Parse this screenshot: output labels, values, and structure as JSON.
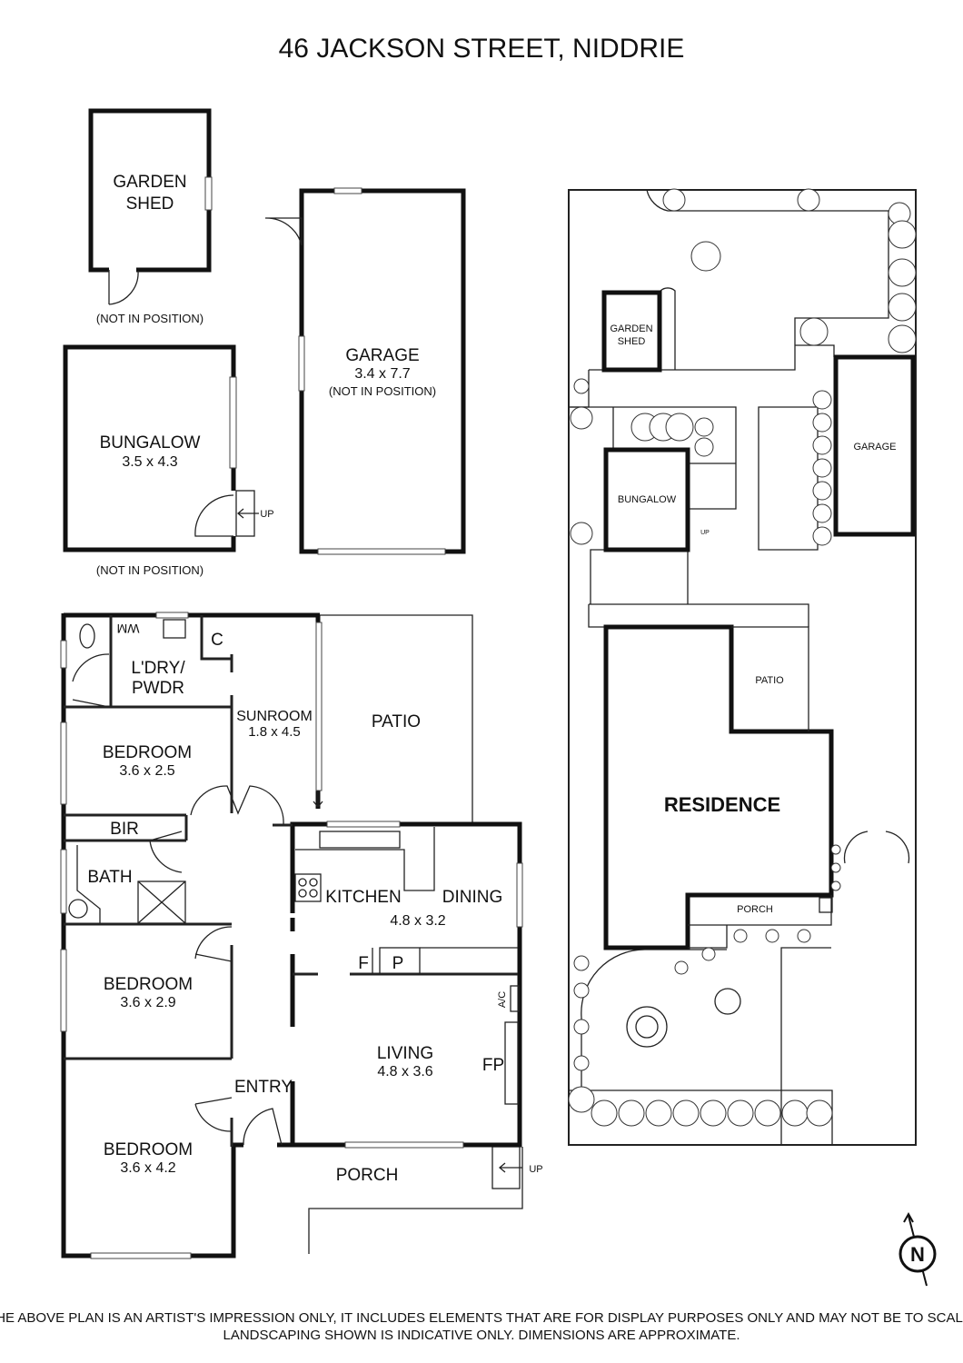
{
  "title": "46 JACKSON STREET, NIDDRIE",
  "outbuildings": {
    "garden_shed": {
      "name_line1": "GARDEN",
      "name_line2": "SHED",
      "note": "(NOT IN POSITION)"
    },
    "garage": {
      "name": "GARAGE",
      "dims": "3.4 x 7.7",
      "note": "(NOT IN POSITION)"
    },
    "bungalow": {
      "name": "BUNGALOW",
      "dims": "3.5 x 4.3",
      "note": "(NOT IN POSITION)",
      "step_label": "UP"
    }
  },
  "residence": {
    "rooms": [
      {
        "name": "L'DRY/",
        "name2": "PWDR"
      },
      {
        "name": "SUNROOM",
        "dims": "1.8 x 4.5"
      },
      {
        "name": "PATIO"
      },
      {
        "name": "BEDROOM",
        "dims": "3.6 x 2.5"
      },
      {
        "name": "BIR"
      },
      {
        "name": "BATH"
      },
      {
        "name": "KITCHEN"
      },
      {
        "name": "DINING",
        "dims": "4.8 x 3.2"
      },
      {
        "name": "BEDROOM",
        "dims": "3.6 x 2.9"
      },
      {
        "name": "LIVING",
        "dims": "4.8 x 3.6"
      },
      {
        "name": "ENTRY"
      },
      {
        "name": "BEDROOM",
        "dims": "3.6 x 4.2"
      },
      {
        "name": "PORCH"
      }
    ],
    "fixtures": {
      "wm": "WM",
      "c": "C",
      "f": "F",
      "p": "P",
      "ac": "A/C",
      "fp": "FP",
      "up": "UP"
    }
  },
  "site_plan": {
    "garden_shed_line1": "GARDEN",
    "garden_shed_line2": "SHED",
    "bungalow": "BUNGALOW",
    "garage": "GARAGE",
    "patio": "PATIO",
    "residence": "RESIDENCE",
    "porch": "PORCH",
    "up": "UP"
  },
  "compass": {
    "label": "N"
  },
  "disclaimer": {
    "line1": "THE ABOVE PLAN IS AN ARTIST'S IMPRESSION ONLY, IT INCLUDES ELEMENTS THAT ARE FOR DISPLAY PURPOSES ONLY AND MAY NOT BE TO SCALE.",
    "line2": "LANDSCAPING SHOWN IS INDICATIVE ONLY. DIMENSIONS ARE APPROXIMATE."
  }
}
